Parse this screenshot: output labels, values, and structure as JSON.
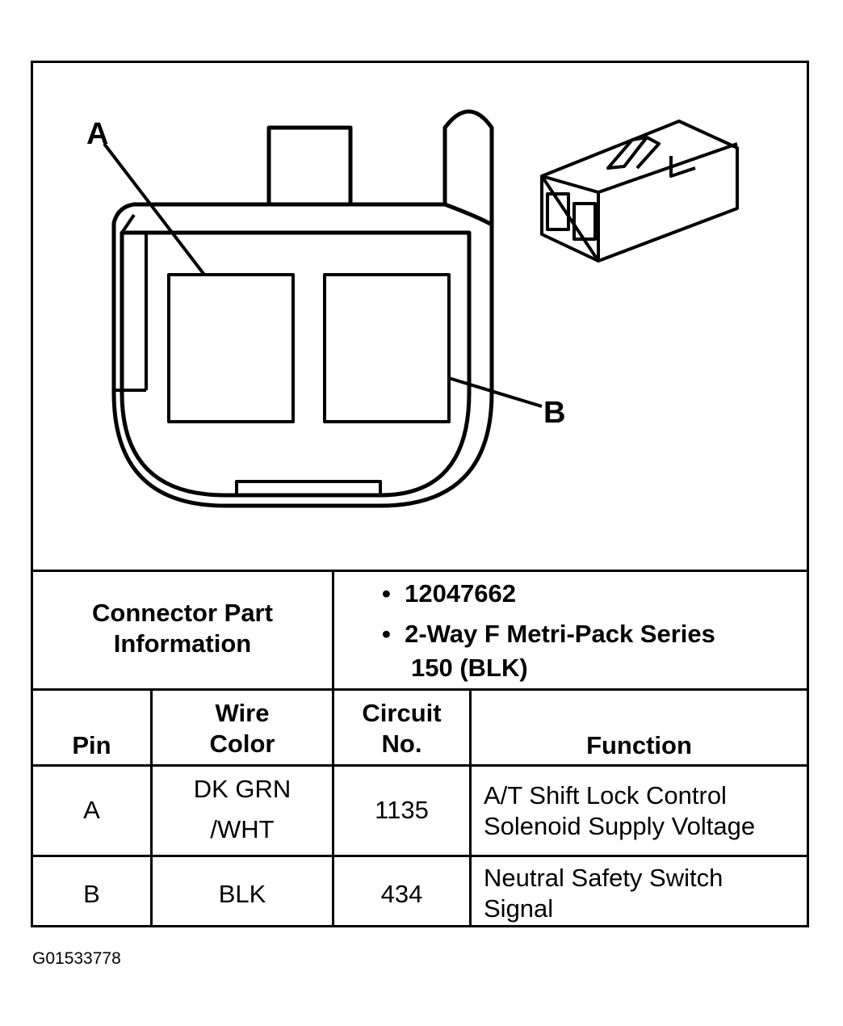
{
  "diagram": {
    "label_a": "A",
    "label_b": "B"
  },
  "part_info": {
    "heading": [
      "Connector Part",
      "Information"
    ],
    "bullets": [
      {
        "text": "12047662"
      },
      {
        "text": "2-Way F Metri-Pack Series",
        "cont": "150 (BLK)"
      }
    ]
  },
  "table": {
    "headers": {
      "pin": "Pin",
      "wire_color": [
        "Wire",
        "Color"
      ],
      "circuit": [
        "Circuit",
        "No."
      ],
      "function": "Function"
    },
    "rows": [
      {
        "pin": "A",
        "wire_color": [
          "DK GRN",
          "/WHT"
        ],
        "circuit": "1135",
        "function": [
          "A/T Shift Lock Control",
          "Solenoid Supply Voltage"
        ]
      },
      {
        "pin": "B",
        "wire_color": [
          "BLK"
        ],
        "circuit": "434",
        "function": [
          "Neutral Safety Switch",
          "Signal"
        ]
      }
    ]
  },
  "figure_id": "G01533778"
}
